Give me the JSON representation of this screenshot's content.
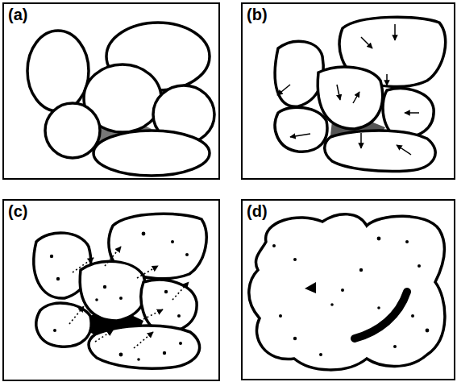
{
  "diagram": {
    "nodes": [
      {
        "text": [
          "(a)"
        ]
      },
      {
        "text": [
          "(b)"
        ]
      },
      {
        "text": [
          "(c)"
        ]
      },
      {
        "text": [
          "(d)"
        ]
      }
    ]
  }
}
